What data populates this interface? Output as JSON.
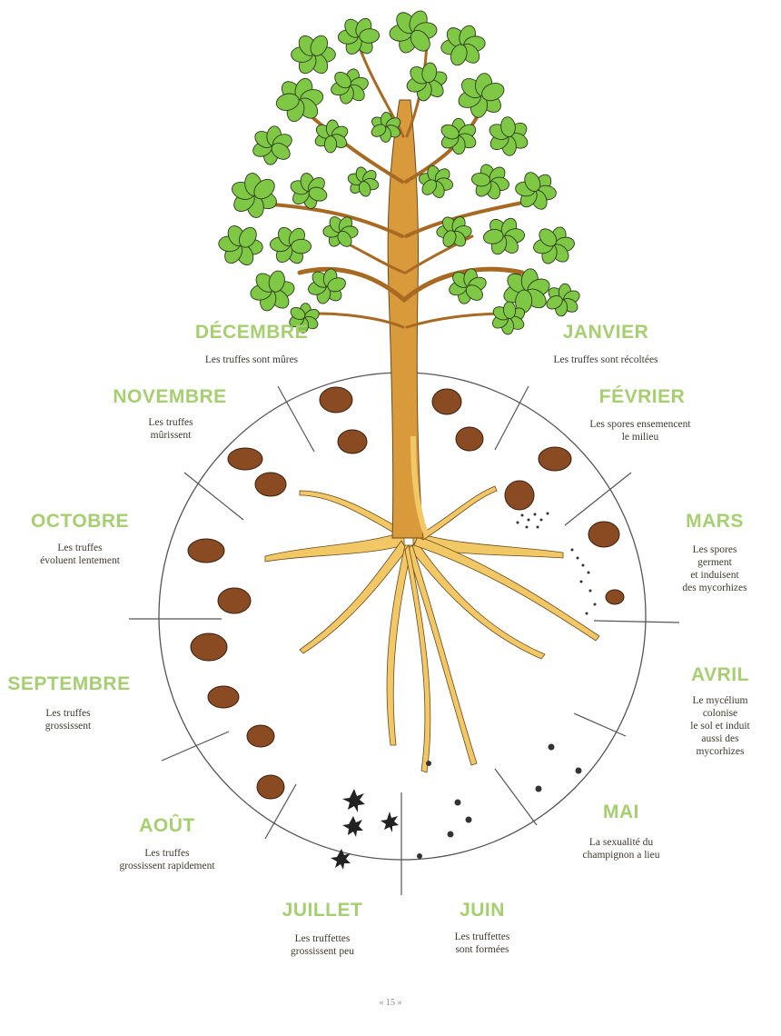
{
  "colors": {
    "month_label": "#a6cf6f",
    "foliage": "#7ec845",
    "foliage_outline": "#2c3a18",
    "trunk": "#d99a3c",
    "roots": "#f2c766",
    "truffle": "#8a4a22",
    "text": "#3f3a2e"
  },
  "months": [
    {
      "name": "DÉCEMBRE",
      "desc": "Les truffes sont mûres"
    },
    {
      "name": "JANVIER",
      "desc": "Les truffes sont récoltées"
    },
    {
      "name": "NOVEMBRE",
      "desc": "Les truffes\nmûrissent"
    },
    {
      "name": "FÉVRIER",
      "desc": "Les spores ensemencent\nle milieu"
    },
    {
      "name": "OCTOBRE",
      "desc": "Les truffes\névoluent lentement"
    },
    {
      "name": "MARS",
      "desc": "Les spores germent\net induisent\ndes mycorhizes"
    },
    {
      "name": "SEPTEMBRE",
      "desc": "Les truffes\ngrossissent"
    },
    {
      "name": "AVRIL",
      "desc": "Le mycélium colonise\nle sol et induit\naussi des mycorhizes"
    },
    {
      "name": "AOÛT",
      "desc": "Les truffes\ngrossissent rapidement"
    },
    {
      "name": "MAI",
      "desc": "La sexualité du\nchampignon a lieu"
    },
    {
      "name": "JUILLET",
      "desc": "Les truffettes\ngrossissent peu"
    },
    {
      "name": "JUIN",
      "desc": "Les truffettes\nsont formées"
    }
  ],
  "page_number": "« 15 »"
}
